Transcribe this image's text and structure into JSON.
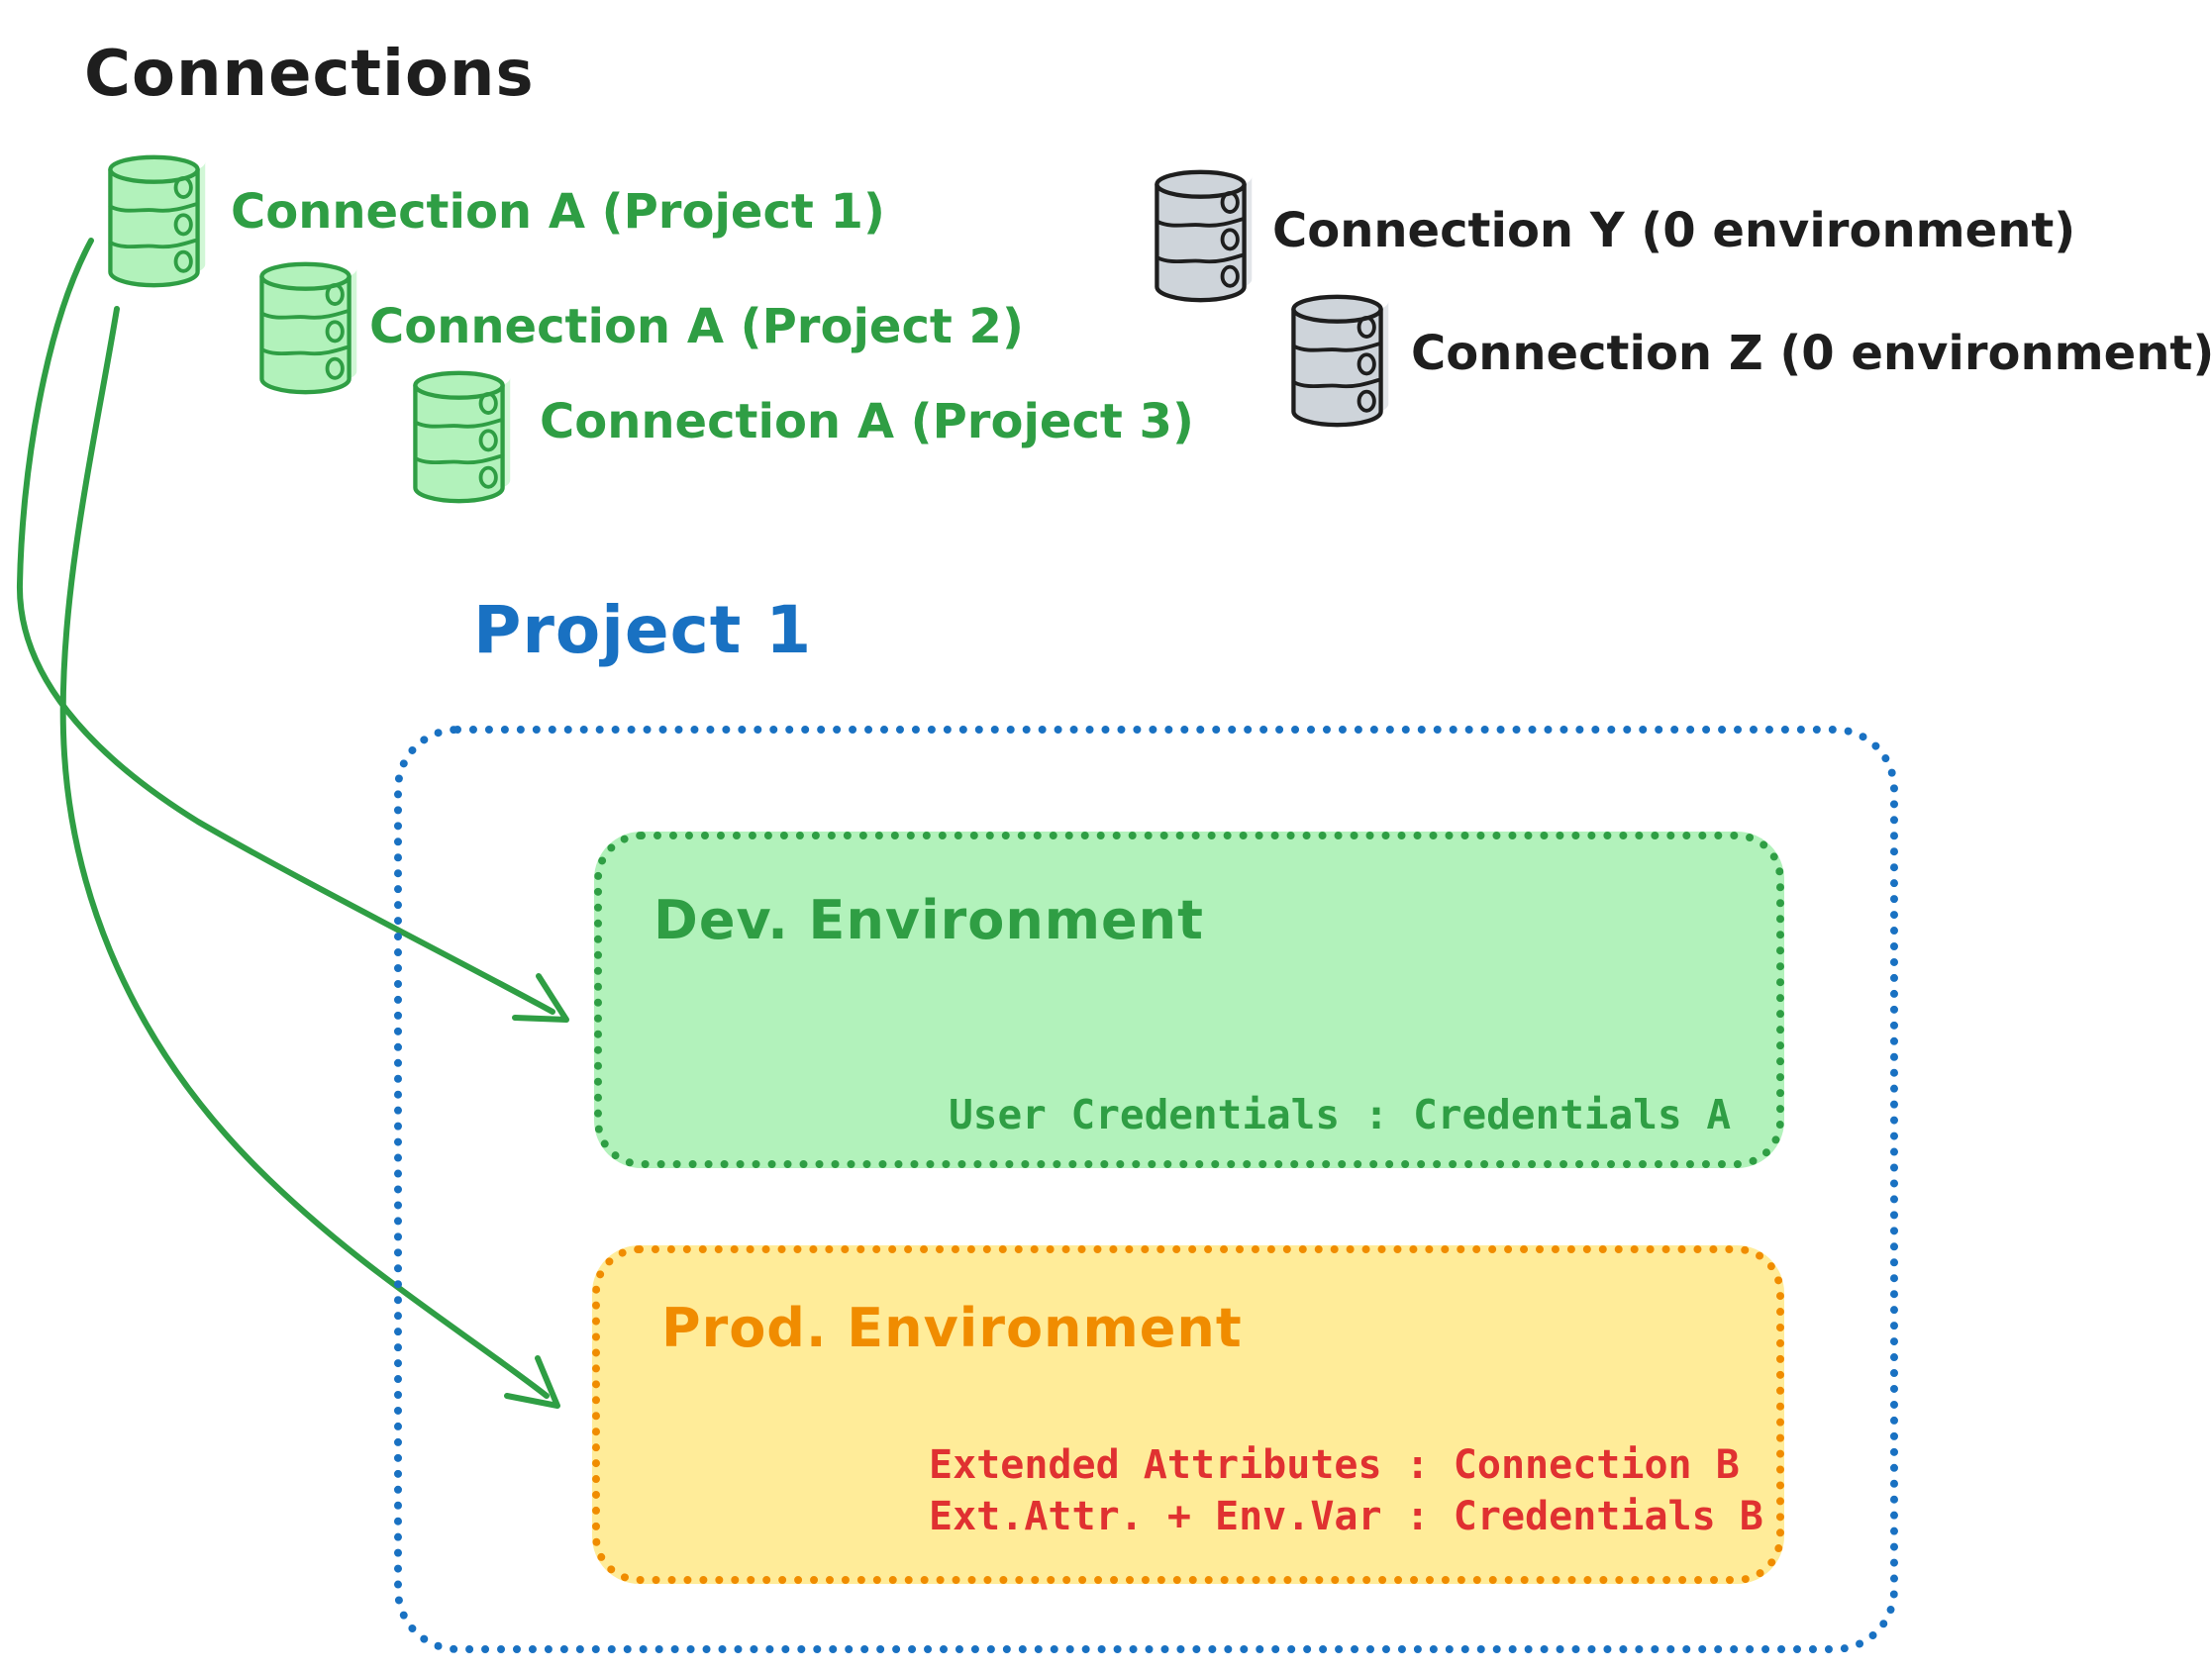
{
  "title": "Connections",
  "colors": {
    "ink": "#1e1e1e",
    "green": "#2f9e44",
    "green_fill": "#b2f2bb",
    "gray_fill": "#ced4da",
    "blue": "#1971c2",
    "orange": "#f08c00",
    "yellow_fill": "#ffec99",
    "red": "#e03131"
  },
  "green_connections": [
    {
      "label": "Connection A (Project 1)"
    },
    {
      "label": "Connection A (Project 2)"
    },
    {
      "label": "Connection A (Project 3)"
    }
  ],
  "gray_connections": [
    {
      "label": "Connection Y (0 environment)"
    },
    {
      "label": "Connection Z (0 environment)"
    }
  ],
  "project": {
    "title": "Project 1",
    "dev": {
      "title": "Dev. Environment",
      "credentials": "User Credentials : Credentials A"
    },
    "prod": {
      "title": "Prod. Environment",
      "line1": "Extended Attributes : Connection B",
      "line2": "Ext.Attr. + Env.Var : Credentials B"
    }
  },
  "icons": {
    "green_database": "database-cylinder-icon",
    "gray_database": "database-cylinder-icon",
    "arrow": "curved-arrow"
  }
}
